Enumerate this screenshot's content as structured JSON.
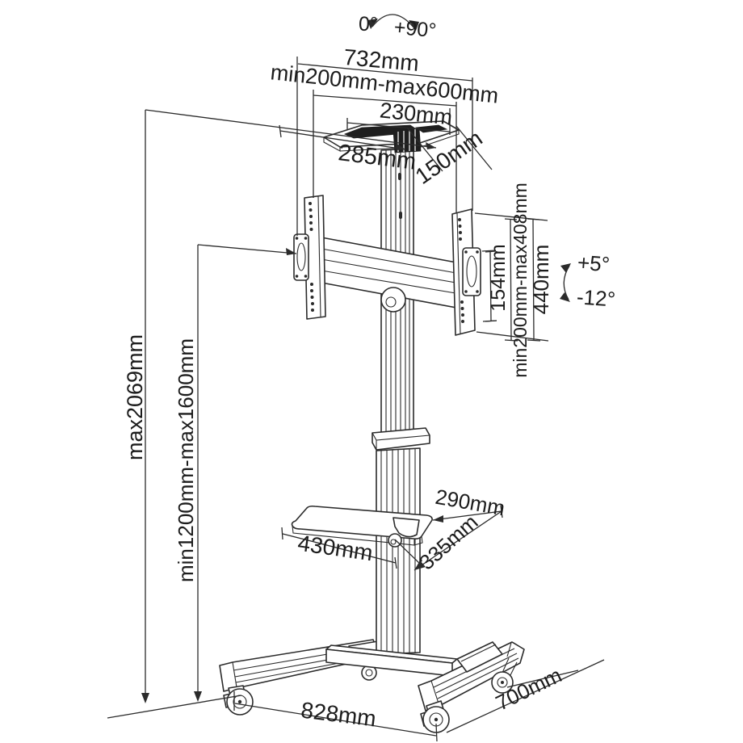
{
  "diagram": {
    "type": "technical-dimension-drawing",
    "subject": "mobile-tv-cart-floor-stand",
    "background_color": "#ffffff",
    "line_color": "#2b2b2b",
    "labels": {
      "rotation_start": "0°",
      "rotation_end": "+90°",
      "top_bar_width": "732mm",
      "vesa_width_range": "min200mm-max600mm",
      "top_plate_width": "230mm",
      "top_plate_length": "285mm",
      "top_plate_depth": "150mm",
      "bracket_height": "154mm",
      "vesa_height_range": "min200mm-max408mm",
      "bracket_total_height": "440mm",
      "tilt_up": "+5°",
      "tilt_down": "-12°",
      "max_total_height": "max2069mm",
      "column_height_range": "min1200mm-max1600mm",
      "shelf_depth": "290mm",
      "shelf_width": "430mm",
      "shelf_diagonal": "335mm",
      "base_width": "828mm",
      "base_depth": "700mm"
    }
  }
}
